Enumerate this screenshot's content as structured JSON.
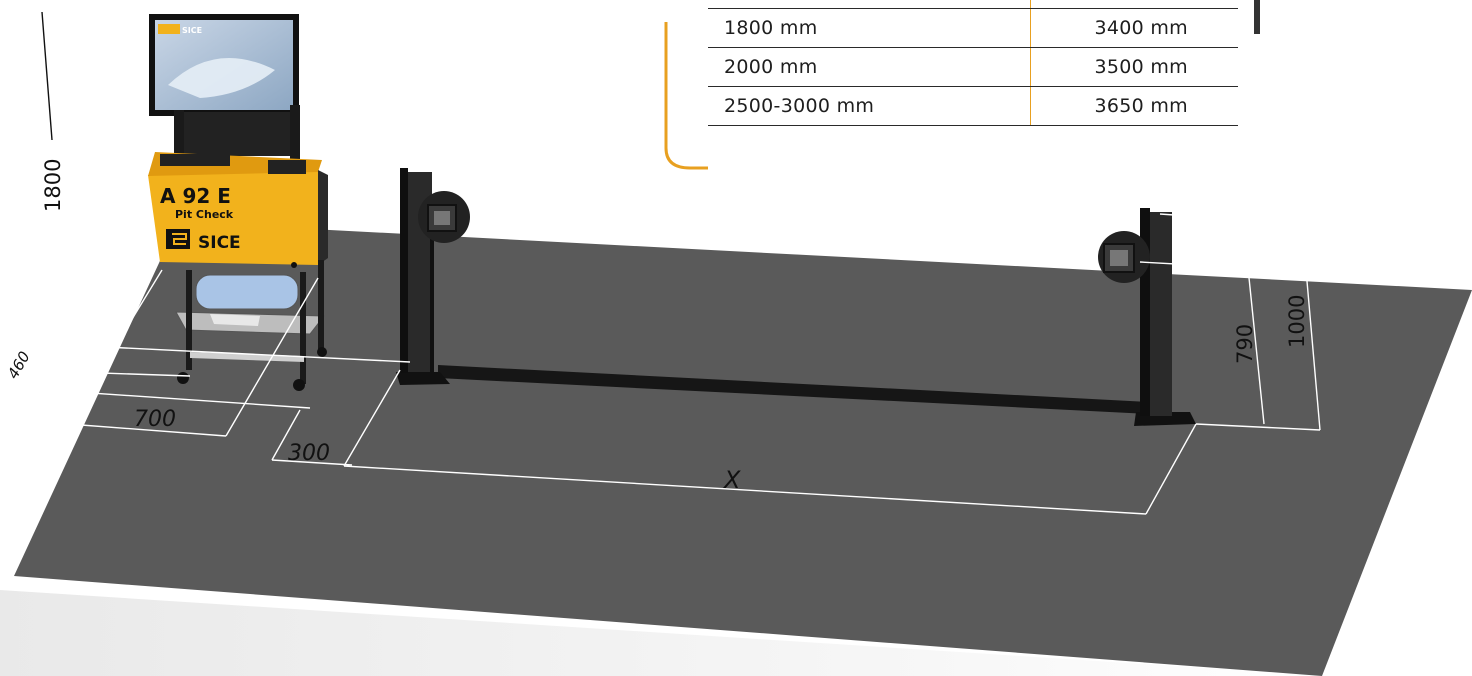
{
  "colors": {
    "accent": "#e8a020",
    "floor": "#5a5a5a",
    "console_body": "#f2b21c",
    "text": "#1e1e1e"
  },
  "table": {
    "rows": [
      {
        "distance": "1800 mm",
        "x": "3400 mm"
      },
      {
        "distance": "2000 mm",
        "x": "3500 mm"
      },
      {
        "distance": "2500-3000 mm",
        "x": "3650 mm"
      }
    ]
  },
  "console": {
    "screen_brand": "SICE",
    "model": "A 92 E",
    "subtitle": "Pit Check",
    "brand": "SICE"
  },
  "dimensions": {
    "height_console": "1800",
    "depth_console": "460",
    "width_console": "700",
    "offset": "300",
    "x": "X",
    "height_camera": "790",
    "height_post": "1000"
  }
}
